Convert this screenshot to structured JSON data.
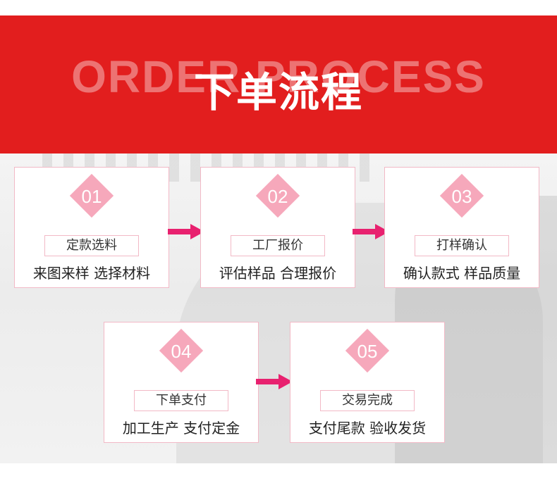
{
  "header": {
    "bg_text": "ORDER PROCESS",
    "title": "下单流程"
  },
  "steps": [
    {
      "num": "01",
      "tag": "定款选料",
      "desc": "来图来样 选择材料"
    },
    {
      "num": "02",
      "tag": "工厂报价",
      "desc": "评估样品 合理报价"
    },
    {
      "num": "03",
      "tag": "打样确认",
      "desc": "确认款式 样品质量"
    },
    {
      "num": "04",
      "tag": "下单支付",
      "desc": "加工生产 支付定金"
    },
    {
      "num": "05",
      "tag": "交易完成",
      "desc": "支付尾款 验收发货"
    }
  ],
  "colors": {
    "banner": "#e21e1e",
    "diamond": "#f6a8bb",
    "arrow": "#e8216f",
    "border": "#f2b9c6"
  },
  "icons": [
    "arrow-right-icon"
  ]
}
